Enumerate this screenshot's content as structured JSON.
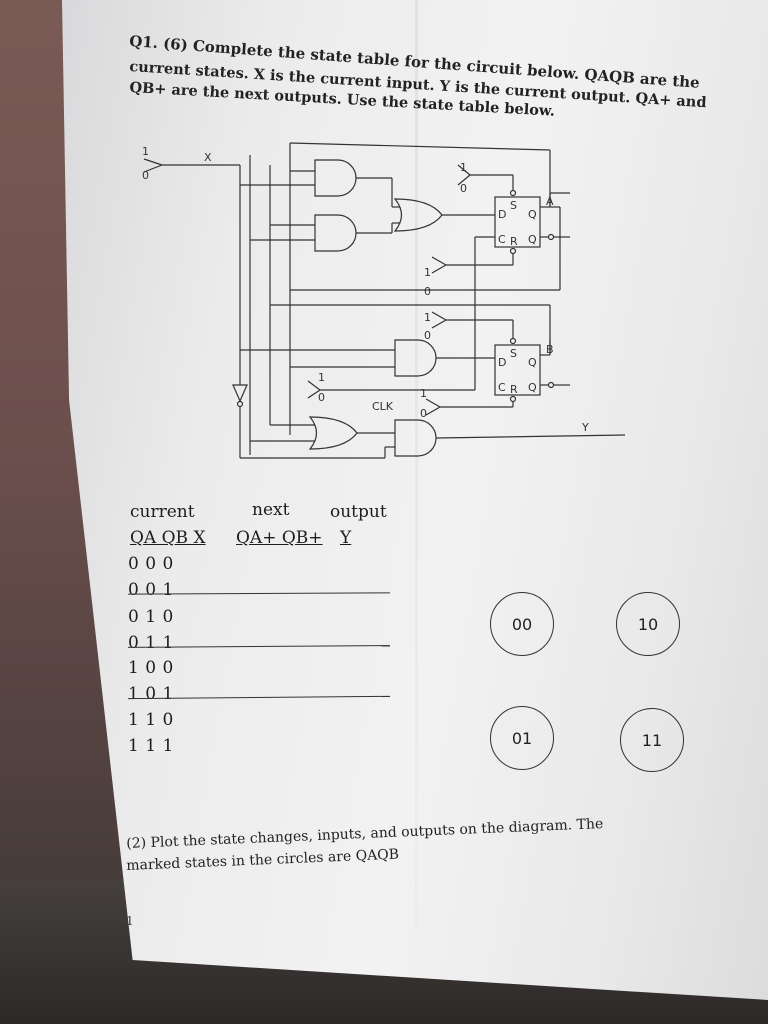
{
  "question": {
    "line1": "Q1. (6) Complete the state table for the circuit below. QAQB are the",
    "line2": "current states. X is the current input. Y is the current output. QA+ and",
    "line3": "QB+ are the next outputs. Use the state table below."
  },
  "circuit": {
    "x_label": "X",
    "one": "1",
    "zero": "0",
    "clk": "CLK",
    "ff_a_name": "A",
    "ff_b_name": "B",
    "d": "D",
    "s": "S",
    "q": "Q",
    "c": "C",
    "r": "R",
    "y": "Y"
  },
  "table": {
    "h_current": "current",
    "h_next": "next",
    "h_output": "output",
    "sub_current": "QA QB X",
    "sub_next": "QA+ QB+",
    "sub_output": "Y",
    "rows": [
      "0  0  0",
      "0  0  1",
      "0  1  0",
      "0  1  1",
      "1  0  0",
      "1  0  1",
      "1  1  0",
      "1  1  1"
    ]
  },
  "states": [
    "00",
    "10",
    "01",
    "11"
  ],
  "part2": {
    "line1": "(2) Plot the state changes, inputs, and outputs on the diagram. The",
    "line2": "marked states in the circles are QAQB"
  },
  "page_number": "1"
}
